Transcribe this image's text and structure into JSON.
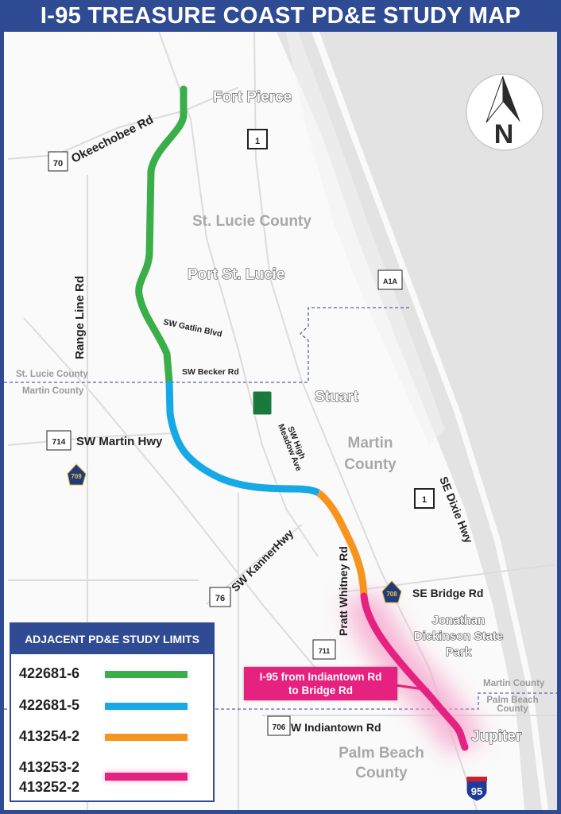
{
  "title": "I-95 TREASURE COAST PD&E STUDY MAP",
  "colors": {
    "frame": "#2f4b93",
    "green": "#3aae49",
    "blue": "#17a9e6",
    "orange": "#f7941d",
    "magenta": "#e5227f",
    "water": "#e3e3e4"
  },
  "places": {
    "fort_pierce": "Fort Pierce",
    "port_st_lucie": "Port St. Lucie",
    "stuart": "Stuart",
    "jonathan_1": "Jonathan",
    "jonathan_2": "Dickinson State",
    "jonathan_3": "Park",
    "jupiter": "Jupiter"
  },
  "counties": {
    "st_lucie": "St. Lucie County",
    "martin_1": "Martin",
    "martin_2": "County",
    "palm_beach_1": "Palm Beach",
    "palm_beach_2": "County",
    "boundary_st_lucie": "St. Lucie County",
    "boundary_martin": "Martin County",
    "boundary_martin_east": "Martin County",
    "boundary_pb_1": "Palm Beach",
    "boundary_pb_2": "County"
  },
  "roads": {
    "okeechobee": "Okeechobee Rd",
    "range_line": "Range Line Rd",
    "gatlin": "SW Gatlin Blvd",
    "becker": "SW Becker Rd",
    "martin_hwy": "SW Martin Hwy",
    "high_meadow_1": "SW High",
    "high_meadow_2": "Meadow Ave",
    "dixie": "SE Dixie Hwy",
    "kanner": "SW KannerHwy",
    "pratt_whitney": "Pratt Whitney Rd",
    "bridge": "SE Bridge Rd",
    "indiantown": "W Indiantown Rd"
  },
  "shields": {
    "sr70": "70",
    "us1_north": "1",
    "a1a": "A1A",
    "sr714": "714",
    "cr709": "709",
    "us1_south": "1",
    "sr76": "76",
    "cr708": "708",
    "sr711": "711",
    "sr706": "706",
    "i95": "95"
  },
  "compass": {
    "label": "N"
  },
  "callout": {
    "line1": "I-95 from Indiantown Rd",
    "line2": "to Bridge Rd"
  },
  "legend": {
    "title": "ADJACENT PD&E STUDY LIMITS",
    "items": [
      {
        "ids": [
          "422681-6"
        ],
        "color": "#3aae49"
      },
      {
        "ids": [
          "422681-5"
        ],
        "color": "#17a9e6"
      },
      {
        "ids": [
          "413254-2"
        ],
        "color": "#f7941d"
      },
      {
        "ids": [
          "413253-2",
          "413252-2"
        ],
        "color": "#e5227f"
      }
    ]
  }
}
